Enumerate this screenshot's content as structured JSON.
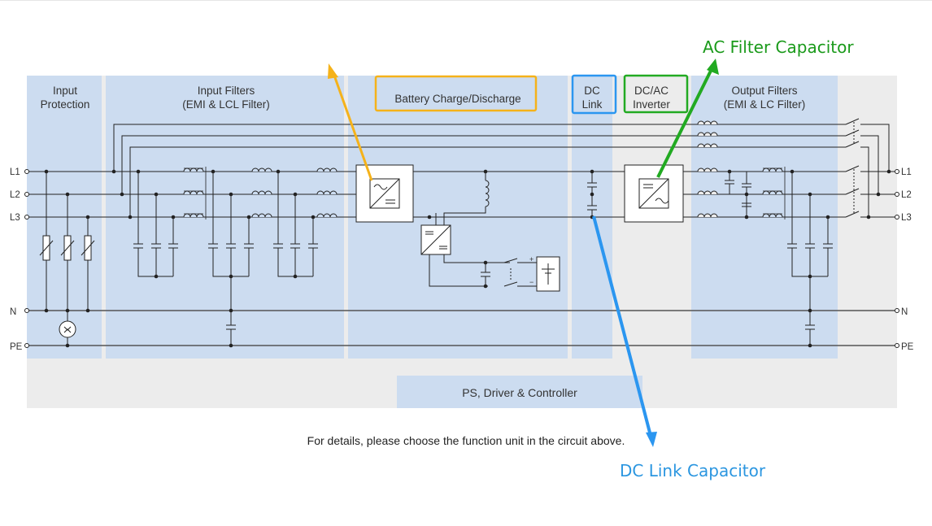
{
  "diagram": {
    "blocks": {
      "input_protection": [
        "Input",
        "Protection"
      ],
      "input_filters": [
        "Input Filters",
        "(EMI & LCL Filter)"
      ],
      "battery": "Battery Charge/Discharge",
      "dc_link": [
        "DC",
        "Link"
      ],
      "dcac_inverter": [
        "DC/AC",
        "Inverter"
      ],
      "output_filters": [
        "Output Filters",
        "(EMI & LC Filter)"
      ],
      "controller": "PS, Driver & Controller"
    },
    "lines_left": [
      "L1",
      "L2",
      "L3",
      "N",
      "PE"
    ],
    "lines_right": [
      "L1",
      "L2",
      "L3",
      "N",
      "PE"
    ],
    "battery_terminals": {
      "plus": "+",
      "minus": "−"
    }
  },
  "callouts": {
    "ac_filter": "AC Filter Capacitor",
    "dc_link": "DC Link Capacitor"
  },
  "colors": {
    "zone_blue": "#ccdcf0",
    "zone_gray": "#ececec",
    "battery_highlight": "#f5b21a",
    "dc_link_highlight": "#2b96f0",
    "ac_filter_highlight": "#22aa22",
    "ac_filter_text": "#1a9a1a",
    "dc_link_text": "#2b96e0"
  },
  "hint": "For details, please choose the function unit in the circuit above."
}
